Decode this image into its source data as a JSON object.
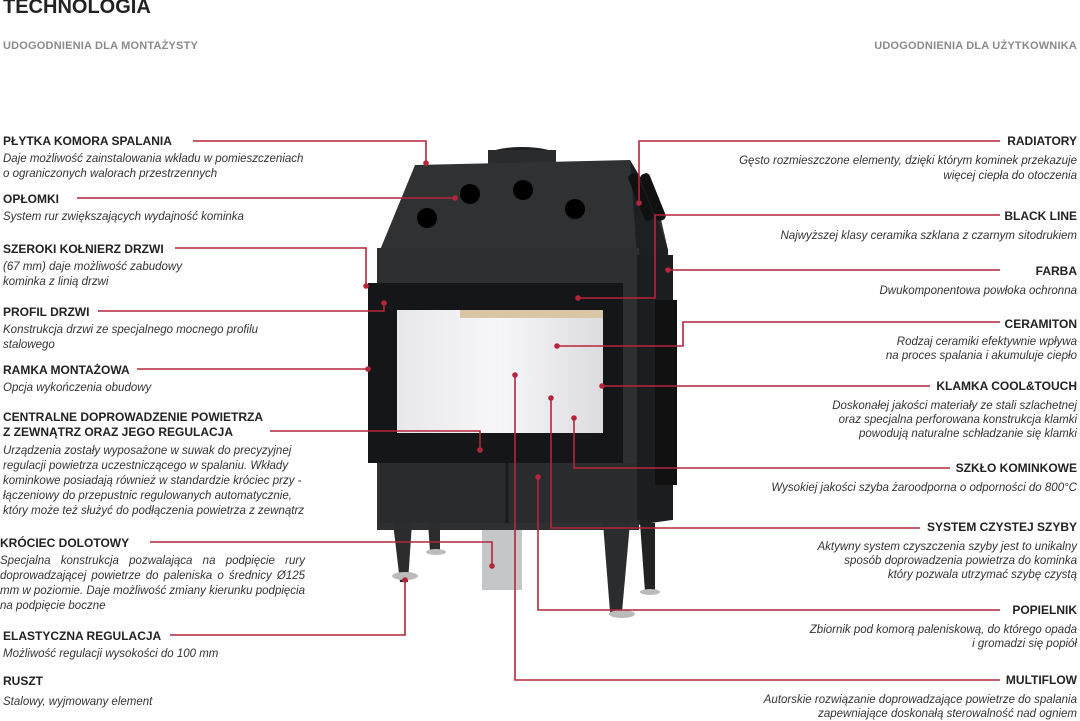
{
  "header": {
    "title": "TECHNOLOGIA",
    "left_section": "UDOGODNIENIA DLA MONTAŻYSTY",
    "right_section": "UDOGODNIENIA DLA UŻYTKOWNIKA"
  },
  "colors": {
    "accent": "#b3263c",
    "body": "#2b2c2e"
  },
  "left": [
    {
      "title": "PŁYTKA KOMORA SPALANIA",
      "desc": "Daje możliwość zainstalowania wkładu w  pomieszczeniach\no ograniczonych walorach przestrzennych"
    },
    {
      "title": "OPŁOMKI",
      "desc": "System rur zwiększających wydajność kominka"
    },
    {
      "title": "SZEROKI KOŁNIERZ DRZWI",
      "desc": "(67 mm) daje możliwość zabudowy\nkominka z linią drzwi"
    },
    {
      "title": "PROFIL DRZWI",
      "desc": "Konstrukcja drzwi ze specjalnego mocnego profilu\nstalowego"
    },
    {
      "title": "RAMKA MONTAŻOWA",
      "desc": "Opcja wykończenia obudowy"
    },
    {
      "title": "CENTRALNE DOPROWADZENIE POWIETRZA\nZ ZEWNĄTRZ ORAZ JEGO REGULACJA",
      "desc": "Urządzenia zostały wyposażone w suwak do precyzyjnej\nregulacji powietrza uczestniczącego w spalaniu. Wkłady\nkominkowe posiadają również w standardzie króciec przy -\nłączeniowy do przepustnic regulowanych automatycznie,\nktóry może też służyć do podłączenia powietrza z zewnątrz"
    },
    {
      "title": "KRÓCIEC DOLOTOWY",
      "desc": "Specjalna konstrukcja pozwalająca na podpięcie rury doprowadzającej powietrze do paleniska o średnicy Ø125 mm w poziomie. Daje możliwość zmiany kierunku podpięcia na podpięcie boczne"
    },
    {
      "title": "ELASTYCZNA REGULACJA",
      "desc": "Możliwość regulacji wysokości do 100 mm"
    },
    {
      "title": "RUSZT",
      "desc": "Stalowy, wyjmowany element"
    }
  ],
  "right": [
    {
      "title": "RADIATORY",
      "desc": "Gęsto rozmieszczone elementy, dzięki którym kominek przekazuje\nwięcej ciepła do otoczenia"
    },
    {
      "title": "BLACK LINE",
      "desc": "Najwyższej klasy ceramika szklana z czarnym sitodrukiem"
    },
    {
      "title": "FARBA",
      "desc": "Dwukomponentowa powłoka ochronna"
    },
    {
      "title": "CERAMITON",
      "desc": "Rodzaj ceramiki efektywnie wpływa\nna proces spalania i akumuluje ciepło"
    },
    {
      "title": "KLAMKA COOL&TOUCH",
      "desc": "Doskonałej jakości materiały ze stali szlachetnej\noraz specjalna perforowana konstrukcja klamki\npowodują naturalne schładzanie się klamki"
    },
    {
      "title": "SZKŁO KOMINKOWE",
      "desc": "Wysokiej jakości szyba żaroodporna o odporności do 800°C"
    },
    {
      "title": "SYSTEM CZYSTEJ SZYBY",
      "desc": "Aktywny system czyszczenia szyby jest to unikalny\nsposób doprowadzenia powietrza do kominka\nktóry pozwala utrzymać szybę czystą"
    },
    {
      "title": "POPIELNIK",
      "desc": "Zbiornik pod komorą paleniskową, do którego opada\ni gromadzi się popiół"
    },
    {
      "title": "MULTIFLOW",
      "desc": "Autorskie rozwiązanie doprowadzające powietrze do spalania\nzapewniające doskonałą sterowalność nad ogniem"
    }
  ]
}
